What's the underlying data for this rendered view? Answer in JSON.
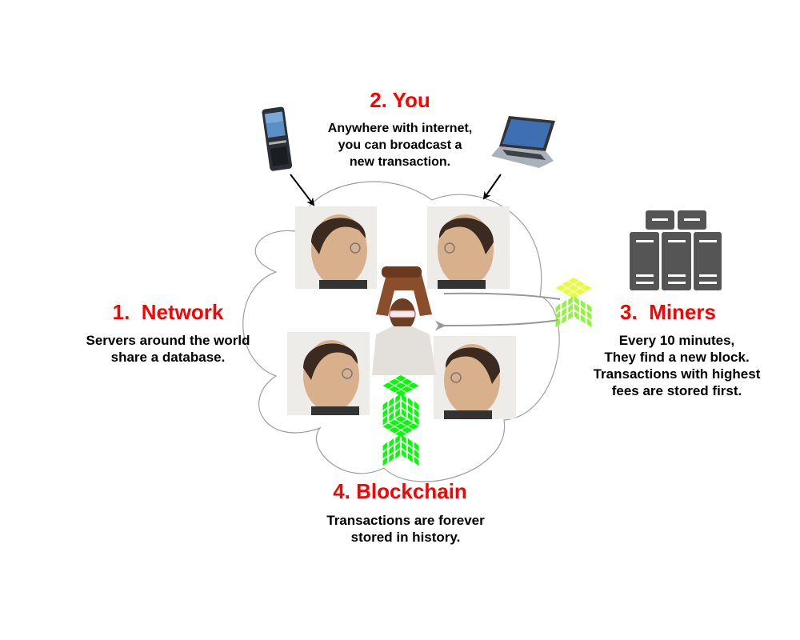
{
  "steps": [
    {
      "number": "1.",
      "title": "1.  Network",
      "description": [
        "Servers around the world",
        "share a database."
      ]
    },
    {
      "number": "2.",
      "title": "2. You",
      "description": [
        "Anywhere with internet,",
        "you can broadcast a",
        "new transaction."
      ]
    },
    {
      "number": "3.",
      "title": "3.  Miners",
      "description": [
        "Every 10 minutes,",
        "They find a new block.",
        "Transactions with highest",
        "fees are stored first."
      ]
    },
    {
      "number": "4.",
      "title": "4. Blockchain",
      "description": [
        "Transactions are forever",
        "stored in history."
      ]
    }
  ],
  "icons": {
    "phone": "mobile-phone-icon",
    "laptop": "laptop-icon",
    "miners": "server-rack-icon",
    "block": "block-cube-icon"
  },
  "colors": {
    "title": "#ff0000",
    "text": "#000000",
    "cloud_stroke": "#a0a0a0",
    "server": "#555555",
    "block_green": "#00ff00",
    "block_yellow": "#e6ff33"
  }
}
